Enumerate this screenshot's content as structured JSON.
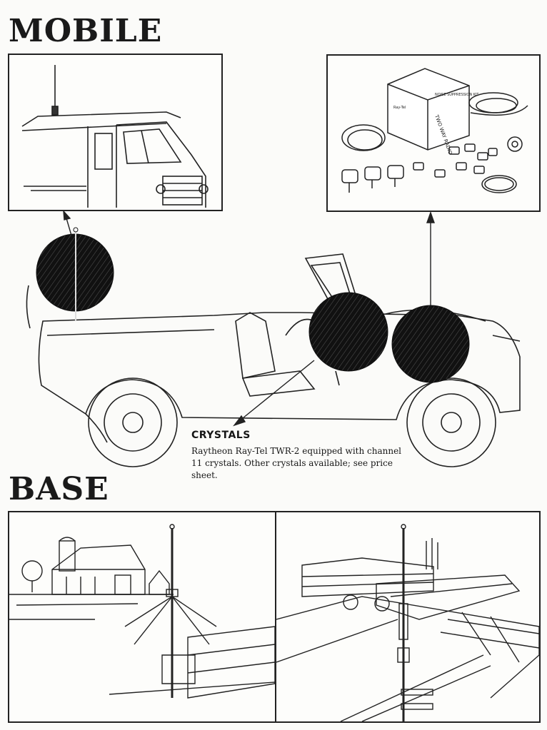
{
  "headings": {
    "mobile": "MOBILE",
    "base": "BASE"
  },
  "crystals": {
    "title": "CRYSTALS",
    "body": "Raytheon Ray-Tel TWR-2 equipped with channel 11 crystals. Other crystals available; see price sheet."
  },
  "kit_box": {
    "line1": "TWO WAY RADIO",
    "line2": "NOISE SUPPRESSION KIT",
    "brand": "Ray-Tel"
  }
}
